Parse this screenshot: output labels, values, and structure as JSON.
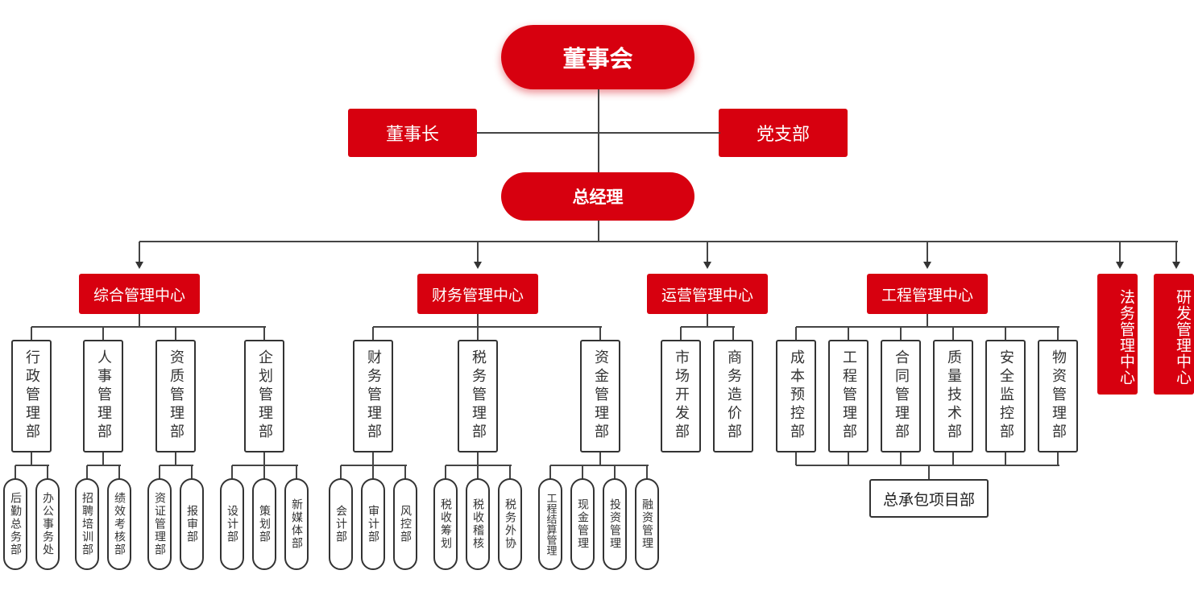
{
  "colors": {
    "accent": "#d7000f",
    "line": "#444444"
  },
  "top": {
    "board": "董事会",
    "chairman": "董事长",
    "party": "党支部",
    "gm": "总经理"
  },
  "centers": [
    {
      "label": "综合管理中心",
      "depts": [
        {
          "label": "行政管理部",
          "subs": [
            "后勤总务部",
            "办公事务处"
          ]
        },
        {
          "label": "人事管理部",
          "subs": [
            "招聘培训部",
            "绩效考核部"
          ]
        },
        {
          "label": "资质管理部",
          "subs": [
            "资证管理部",
            "报审部"
          ]
        },
        {
          "label": "企划管理部",
          "subs": [
            "设计部",
            "策划部",
            "新媒体部"
          ]
        }
      ]
    },
    {
      "label": "财务管理中心",
      "depts": [
        {
          "label": "财务管理部",
          "subs": [
            "会计部",
            "审计部",
            "风控部"
          ]
        },
        {
          "label": "税务管理部",
          "subs": [
            "税收筹划",
            "税收稽核",
            "税务外协"
          ]
        },
        {
          "label": "资金管理部",
          "subs": [
            "工程结算管理",
            "现金管理",
            "投资管理",
            "融资管理"
          ]
        }
      ]
    },
    {
      "label": "运营管理中心",
      "depts": [
        {
          "label": "市场开发部",
          "subs": []
        },
        {
          "label": "商务造价部",
          "subs": []
        }
      ]
    },
    {
      "label": "工程管理中心",
      "depts": [
        {
          "label": "成本预控部",
          "subs": []
        },
        {
          "label": "工程管理部",
          "subs": []
        },
        {
          "label": "合同管理部",
          "subs": []
        },
        {
          "label": "质量技术部",
          "subs": []
        },
        {
          "label": "安全监控部",
          "subs": []
        },
        {
          "label": "物资管理部",
          "subs": []
        }
      ],
      "shared_sub": "总承包项目部"
    },
    {
      "label": "法务管理中心",
      "depts": []
    },
    {
      "label": "研发管理中心",
      "depts": []
    }
  ]
}
